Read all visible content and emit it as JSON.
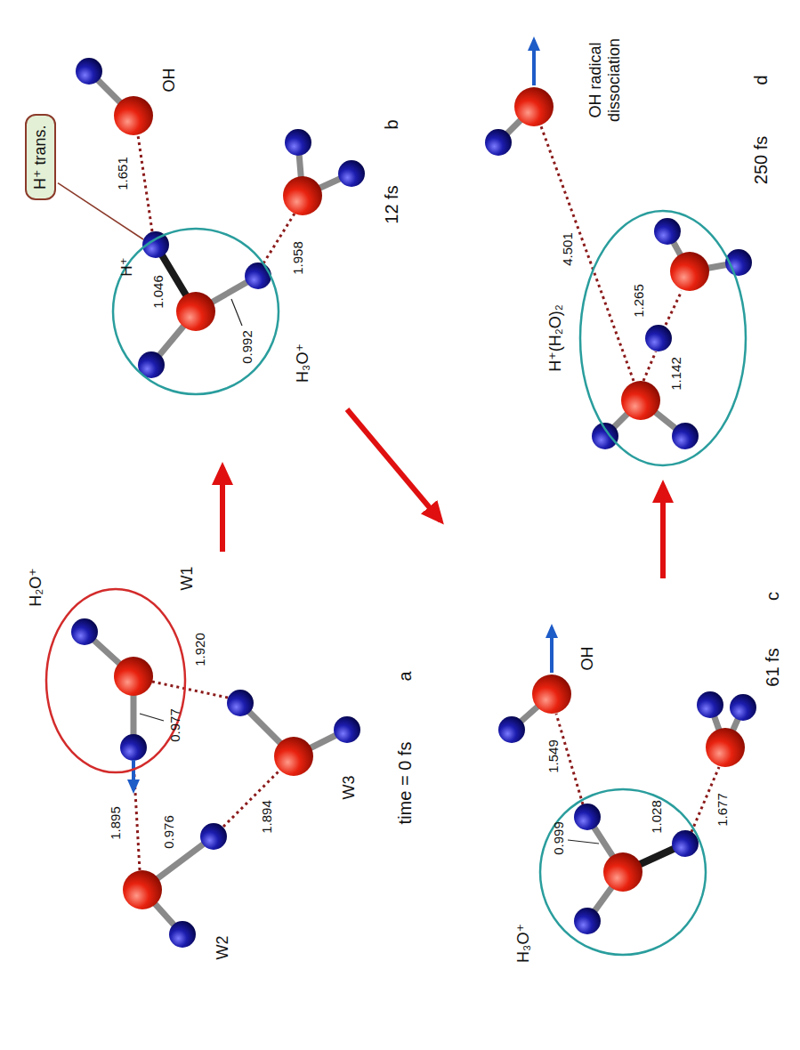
{
  "diagram": {
    "nodes": [
      {
        "text": [
          "H₂O⁺"
        ]
      },
      {
        "text": [
          "H⁺ trans."
        ]
      },
      {
        "text": [
          "H₃O⁺"
        ]
      },
      {
        "text": [
          "H₃O⁺"
        ]
      },
      {
        "text": [
          "H⁺(H₂O)₂"
        ]
      }
    ],
    "labels": [
      "W1",
      "0.977",
      "1.895",
      "0.976",
      "1.920",
      "1.894",
      "W2",
      "W3",
      "time = 0 fs",
      "a",
      "H⁺",
      "1.046",
      "0.992",
      "1.651",
      "OH",
      "1.958",
      "12 fs",
      "b",
      "0.999",
      "1.028",
      "1.549",
      "OH",
      "1.677",
      "61 fs",
      "c",
      "4.501",
      "OH radical dissociation",
      "1.142",
      "1.265",
      "250 fs",
      "d"
    ]
  }
}
